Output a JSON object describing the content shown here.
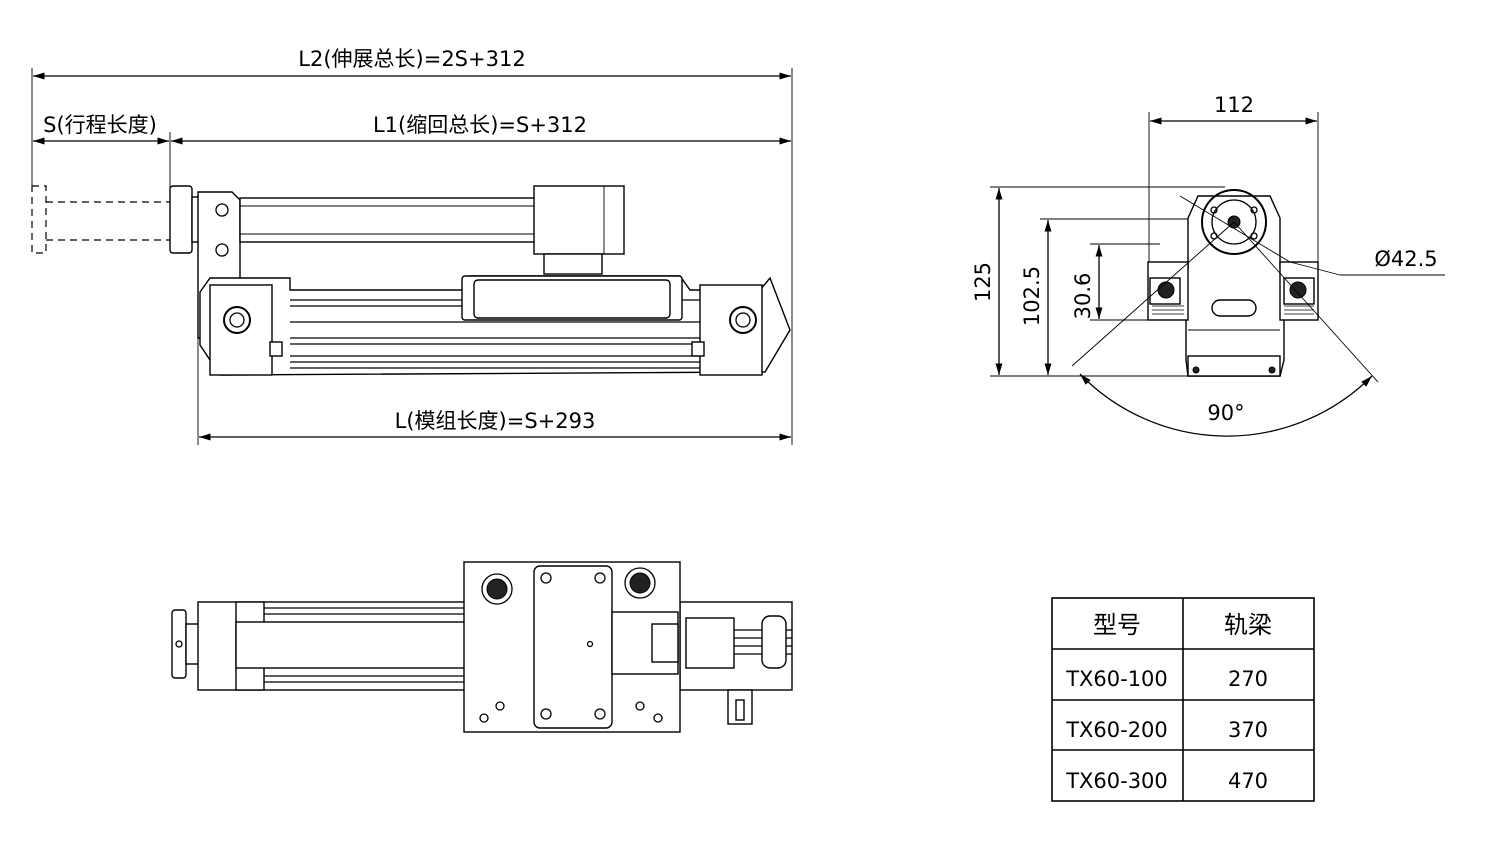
{
  "side_view": {
    "l2_label": "L2(伸展总长)=2S+312",
    "s_label": "S(行程长度)",
    "l1_label": "L1(缩回总长)=S+312",
    "l_label": "L(模组长度)=S+293"
  },
  "end_view": {
    "width_label": "112",
    "height_125": "125",
    "height_102": "102.5",
    "height_30": "30.6",
    "diameter_label": "Ø42.5",
    "angle_label": "90°"
  },
  "spec_table": {
    "headers": [
      "型号",
      "轨梁"
    ],
    "rows": [
      [
        "TX60-100",
        "270"
      ],
      [
        "TX60-200",
        "370"
      ],
      [
        "TX60-300",
        "470"
      ]
    ]
  }
}
